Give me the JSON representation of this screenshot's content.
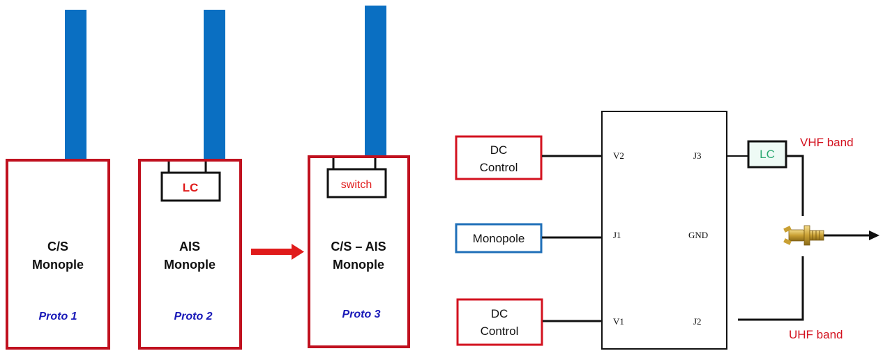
{
  "colors": {
    "antenna": "#0a6fc2",
    "frame_red": "#c0111f",
    "label_red": "#e01b1b",
    "proto_blue": "#1a1ab8",
    "monopole_blue": "#1f6fb8",
    "lc_green": "#2aa870",
    "lc_fill": "#eefaf5",
    "wire": "#111111"
  },
  "prototypes": [
    {
      "title_line1": "C/S",
      "title_line2": "Monople",
      "proto": "Proto 1"
    },
    {
      "chip": "LC",
      "title_line1": "AIS",
      "title_line2": "Monople",
      "proto": "Proto 2"
    },
    {
      "chip": "switch",
      "title_line1": "C/S – AIS",
      "title_line2": "Monople",
      "proto": "Proto 3"
    }
  ],
  "schematic": {
    "dc_control_top": [
      "DC",
      "Control"
    ],
    "monopole": "Monopole",
    "dc_control_bottom": [
      "DC",
      "Control"
    ],
    "pins": {
      "v2": "V2",
      "j1": "J1",
      "v1": "V1",
      "j3": "J3",
      "gnd": "GND",
      "j2": "J2"
    },
    "lc": "LC",
    "vhf": "VHF band",
    "uhf": "UHF band"
  }
}
